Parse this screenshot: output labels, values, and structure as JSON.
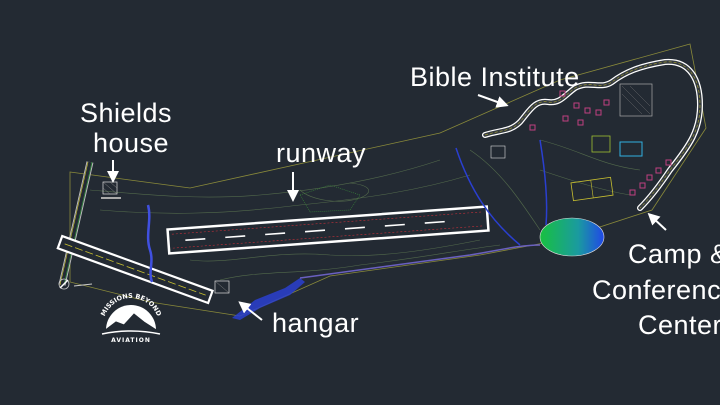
{
  "annotations": {
    "shields_line1": "Shields",
    "shields_line2": "house",
    "runway": "runway",
    "bible_institute": "Bible Institute",
    "hangar": "hangar",
    "camp_line1": "Camp &",
    "camp_line2": "Conference",
    "camp_line3": "Center"
  },
  "logo": {
    "top": "MISSIONS BEYOND",
    "bottom": "AVIATION"
  },
  "colors": {
    "background": "#232a33",
    "boundary": "#8a8a3a",
    "runway_outline": "#ffffff",
    "runway_stripe": "#c0303a",
    "creek": "#2a3fd0",
    "pond_green": "#18c040",
    "pond_blue": "#2050e0",
    "contour": "#5f7a52"
  }
}
